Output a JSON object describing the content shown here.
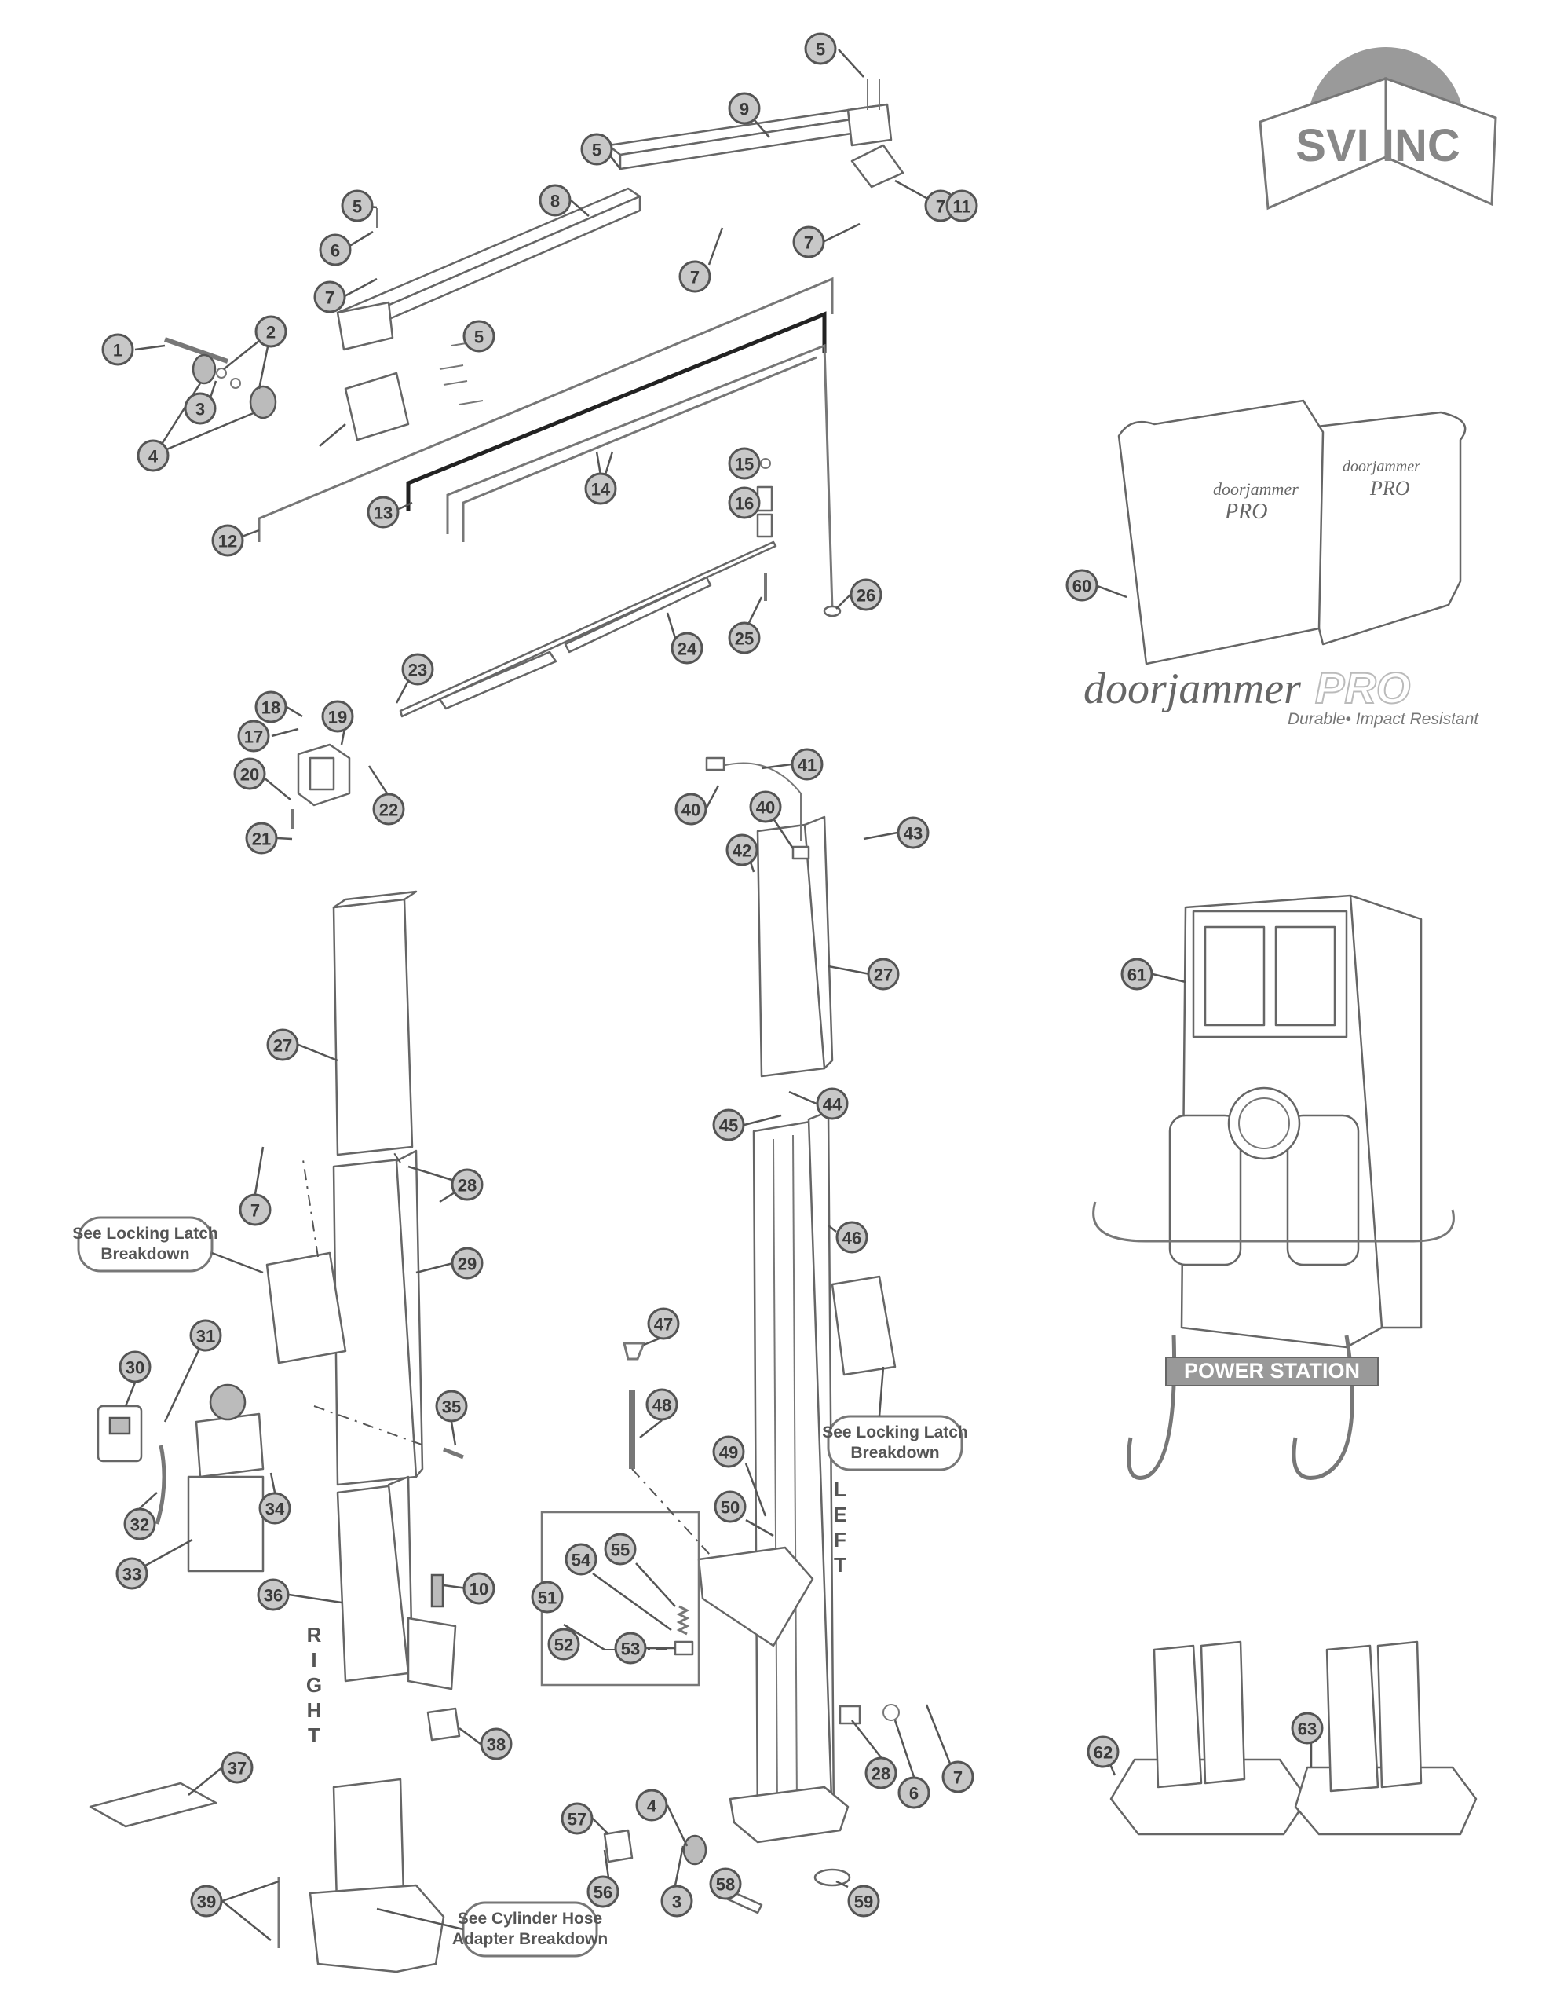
{
  "brand": {
    "logo_text": "SVI INC",
    "doorjammer_panel_text_1": "doorjammer",
    "doorjammer_panel_text_2": "PRO",
    "doorjammer_logo_main": "doorjammer",
    "doorjammer_logo_pro": "PRO",
    "doorjammer_tagline": "Durable• Impact Resistant",
    "power_station_label": "POWER STATION"
  },
  "notes": {
    "locking_latch_1": [
      "See Locking Latch",
      "Breakdown"
    ],
    "locking_latch_2": [
      "See Locking Latch",
      "Breakdown"
    ],
    "cylinder_hose": [
      "See Cylinder Hose",
      "Adapter Breakdown"
    ]
  },
  "side_labels": {
    "right": [
      "R",
      "I",
      "G",
      "H",
      "T"
    ],
    "left": [
      "L",
      "E",
      "F",
      "T"
    ]
  },
  "callouts": [
    {
      "n": "1"
    },
    {
      "n": "2"
    },
    {
      "n": "3"
    },
    {
      "n": "4"
    },
    {
      "n": "5"
    },
    {
      "n": "5"
    },
    {
      "n": "5"
    },
    {
      "n": "5"
    },
    {
      "n": "6"
    },
    {
      "n": "7"
    },
    {
      "n": "7"
    },
    {
      "n": "7"
    },
    {
      "n": "7"
    },
    {
      "n": "8"
    },
    {
      "n": "9"
    },
    {
      "n": "11"
    },
    {
      "n": "12"
    },
    {
      "n": "13"
    },
    {
      "n": "14"
    },
    {
      "n": "15"
    },
    {
      "n": "16"
    },
    {
      "n": "24"
    },
    {
      "n": "25"
    },
    {
      "n": "26"
    },
    {
      "n": "23"
    },
    {
      "n": "18"
    },
    {
      "n": "19"
    },
    {
      "n": "17"
    },
    {
      "n": "20"
    },
    {
      "n": "21"
    },
    {
      "n": "22"
    },
    {
      "n": "41"
    },
    {
      "n": "40"
    },
    {
      "n": "40"
    },
    {
      "n": "43"
    },
    {
      "n": "42"
    },
    {
      "n": "27"
    },
    {
      "n": "44"
    },
    {
      "n": "45"
    },
    {
      "n": "46"
    },
    {
      "n": "27"
    },
    {
      "n": "7"
    },
    {
      "n": "28"
    },
    {
      "n": "29"
    },
    {
      "n": "30"
    },
    {
      "n": "31"
    },
    {
      "n": "35"
    },
    {
      "n": "34"
    },
    {
      "n": "32"
    },
    {
      "n": "33"
    },
    {
      "n": "36"
    },
    {
      "n": "10"
    },
    {
      "n": "38"
    },
    {
      "n": "37"
    },
    {
      "n": "39"
    },
    {
      "n": "47"
    },
    {
      "n": "48"
    },
    {
      "n": "49"
    },
    {
      "n": "50"
    },
    {
      "n": "54"
    },
    {
      "n": "55"
    },
    {
      "n": "51"
    },
    {
      "n": "52"
    },
    {
      "n": "53"
    },
    {
      "n": "28"
    },
    {
      "n": "6"
    },
    {
      "n": "7"
    },
    {
      "n": "4"
    },
    {
      "n": "57"
    },
    {
      "n": "3"
    },
    {
      "n": "56"
    },
    {
      "n": "58"
    },
    {
      "n": "59"
    },
    {
      "n": "60"
    },
    {
      "n": "61"
    },
    {
      "n": "62"
    },
    {
      "n": "63"
    }
  ]
}
